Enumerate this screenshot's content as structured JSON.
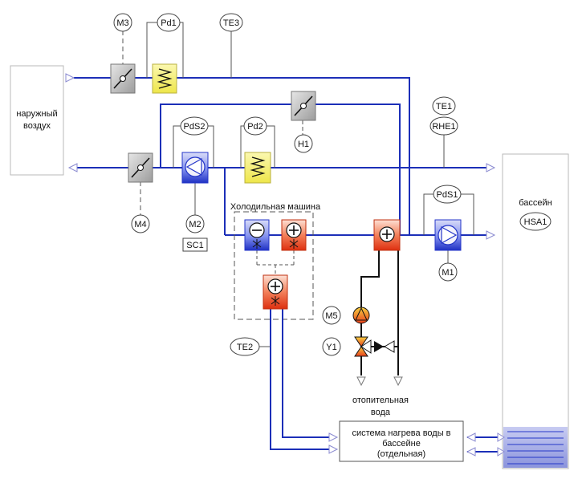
{
  "outside_air_label": [
    "наружный",
    "воздух"
  ],
  "pool_label": "бассейн",
  "chiller_label": "Холодильная машина",
  "heating_water_label": [
    "отопительная",
    "вода"
  ],
  "pool_heating_system_label": [
    "система нагрева воды в",
    "бассейне",
    "(отдельная)"
  ],
  "tags": {
    "M3": "M3",
    "Pd1": "Pd1",
    "TE3": "TE3",
    "TE1": "TE1",
    "RHE1": "RHE1",
    "PdS2": "PdS2",
    "Pd2": "Pd2",
    "H1": "H1",
    "M4": "M4",
    "M2": "M2",
    "SC1": "SC1",
    "PdS1": "PdS1",
    "HSA1": "HSA1",
    "M1": "M1",
    "M5": "M5",
    "Y1": "Y1",
    "TE2": "TE2"
  },
  "colors": {
    "duct": "#1c2fb8",
    "heater_yellow": "#f5f07a",
    "fan_blue": "#3a4fe0",
    "hot_red": "#e8401c",
    "cold_blue": "#2436c8",
    "damper_gray": "#b9b9b9",
    "pool_water": "#9aa2e0"
  }
}
